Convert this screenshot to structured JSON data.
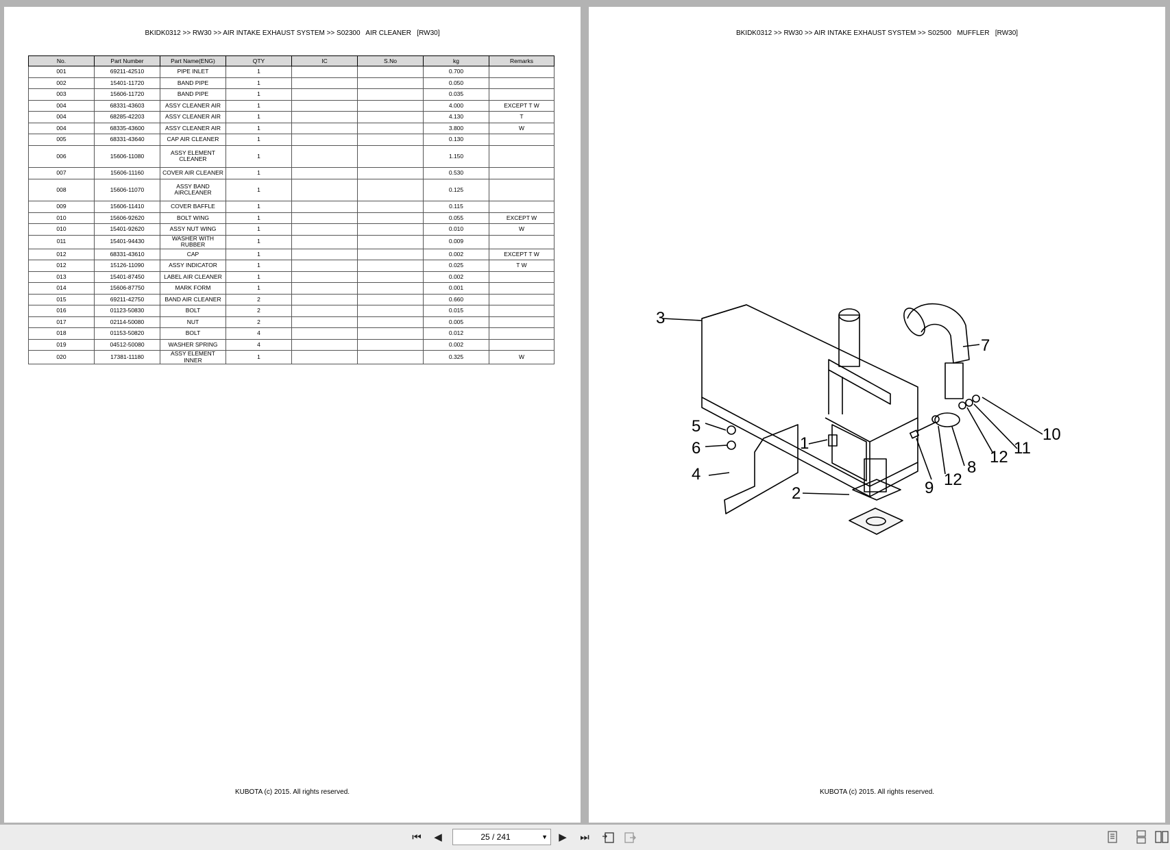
{
  "left_page": {
    "header": "BKIDK0312 >> RW30 >> AIR INTAKE EXHAUST SYSTEM >> S02300   AIR CLEANER   [RW30]",
    "columns": [
      "No.",
      "Part Number",
      "Part Name(ENG)",
      "QTY",
      "IC",
      "S.No",
      "kg",
      "Remarks"
    ],
    "rows": [
      [
        "001",
        "69211-42510",
        "PIPE INLET",
        "1",
        "",
        "",
        "0.700",
        ""
      ],
      [
        "002",
        "15401-11720",
        "BAND PIPE",
        "1",
        "",
        "",
        "0.050",
        ""
      ],
      [
        "003",
        "15606-11720",
        "BAND PIPE",
        "1",
        "",
        "",
        "0.035",
        ""
      ],
      [
        "004",
        "68331-43603",
        "ASSY CLEANER AIR",
        "1",
        "",
        "",
        "4.000",
        "EXCEPT T W"
      ],
      [
        "004",
        "68285-42203",
        "ASSY CLEANER AIR",
        "1",
        "",
        "",
        "4.130",
        "T"
      ],
      [
        "004",
        "68335-43600",
        "ASSY CLEANER AIR",
        "1",
        "",
        "",
        "3.800",
        "W"
      ],
      [
        "005",
        "68331-43640",
        "CAP AIR CLEANER",
        "1",
        "",
        "",
        "0.130",
        ""
      ],
      [
        "006",
        "15606-11080",
        "ASSY ELEMENT CLEANER",
        "1",
        "",
        "",
        "1.150",
        ""
      ],
      [
        "007",
        "15606-11160",
        "COVER AIR CLEANER",
        "1",
        "",
        "",
        "0.530",
        ""
      ],
      [
        "008",
        "15606-11070",
        "ASSY BAND AIRCLEANER",
        "1",
        "",
        "",
        "0.125",
        ""
      ],
      [
        "009",
        "15606-11410",
        "COVER BAFFLE",
        "1",
        "",
        "",
        "0.115",
        ""
      ],
      [
        "010",
        "15606-92620",
        "BOLT WING",
        "1",
        "",
        "",
        "0.055",
        "EXCEPT W"
      ],
      [
        "010",
        "15401-92620",
        "ASSY NUT WING",
        "1",
        "",
        "",
        "0.010",
        "W"
      ],
      [
        "011",
        "15401-94430",
        "WASHER WITH RUBBER",
        "1",
        "",
        "",
        "0.009",
        ""
      ],
      [
        "012",
        "68331-43610",
        "CAP",
        "1",
        "",
        "",
        "0.002",
        "EXCEPT T W"
      ],
      [
        "012",
        "15126-11090",
        "ASSY INDICATOR",
        "1",
        "",
        "",
        "0.025",
        "T W"
      ],
      [
        "013",
        "15401-87450",
        "LABEL AIR CLEANER",
        "1",
        "",
        "",
        "0.002",
        ""
      ],
      [
        "014",
        "15606-87750",
        "MARK FORM",
        "1",
        "",
        "",
        "0.001",
        ""
      ],
      [
        "015",
        "69211-42750",
        "BAND AIR CLEANER",
        "2",
        "",
        "",
        "0.660",
        ""
      ],
      [
        "016",
        "01123-50830",
        "BOLT",
        "2",
        "",
        "",
        "0.015",
        ""
      ],
      [
        "017",
        "02114-50080",
        "NUT",
        "2",
        "",
        "",
        "0.005",
        ""
      ],
      [
        "018",
        "01153-50820",
        "BOLT",
        "4",
        "",
        "",
        "0.012",
        ""
      ],
      [
        "019",
        "04512-50080",
        "WASHER SPRING",
        "4",
        "",
        "",
        "0.002",
        ""
      ],
      [
        "020",
        "17381-11180",
        "ASSY ELEMENT INNER",
        "1",
        "",
        "",
        "0.325",
        "W"
      ]
    ],
    "footer": "KUBOTA (c) 2015. All rights reserved."
  },
  "right_page": {
    "header": "BKIDK0312 >> RW30 >> AIR INTAKE EXHAUST SYSTEM >> S02500   MUFFLER   [RW30]",
    "callouts": [
      "1",
      "2",
      "3",
      "4",
      "5",
      "6",
      "7",
      "8",
      "9",
      "10",
      "11",
      "12",
      "12"
    ],
    "footer": "KUBOTA (c) 2015. All rights reserved."
  },
  "toolbar": {
    "page_indicator": "25 / 241",
    "icons": [
      "first-page-icon",
      "prev-page-icon",
      "next-page-icon",
      "last-page-icon",
      "fit-page-icon",
      "fit-width-icon",
      "single-page-icon",
      "continuous-icon",
      "two-page-icon"
    ]
  }
}
